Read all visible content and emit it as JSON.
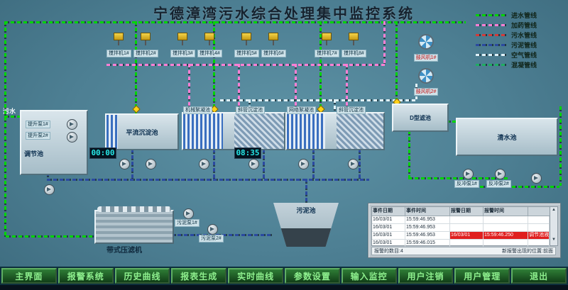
{
  "title": "宁德漳湾污水综合处理集中监控系统",
  "inlet_label": "污水",
  "colors": {
    "background": "#4d7f93",
    "inflow": "#00d400",
    "dosing": "#ff7fd4",
    "sewage": "#d43a3a",
    "sludge": "#2b4aa0",
    "air": "#dff1f8",
    "coagulation": "#1fae62",
    "alarm_highlight": "#e01f1f",
    "button_text": "#8ef08e"
  },
  "legend": [
    {
      "label": "进水管线",
      "color": "#00d400"
    },
    {
      "label": "加药管线",
      "color": "#ff7fd4"
    },
    {
      "label": "污水管线",
      "color": "#d43a3a"
    },
    {
      "label": "污泥管线",
      "color": "#2b4aa0"
    },
    {
      "label": "空气管线",
      "color": "#dff1f8"
    },
    {
      "label": "混凝管线",
      "color": "#1fae62"
    }
  ],
  "mixers": [
    "搅拌机1#",
    "搅拌机2#",
    "搅拌机3#",
    "搅拌机4#",
    "搅拌机5#",
    "搅拌机6#",
    "搅拌机7#",
    "搅拌机8#"
  ],
  "blowers": [
    "鼓风机1#",
    "鼓风机2#"
  ],
  "tanks": {
    "tiaojie": "调节池",
    "pingliu": "平流沉淀池",
    "jixie": "机械絮凝池",
    "xieguan1": "斜管沉淀池",
    "wangge": "网络絮凝池",
    "xieguan2": "斜管沉淀池",
    "dxing": "D型滤池",
    "qingshui": "清水池",
    "wuni": "污泥池",
    "daishi": "带式压滤机"
  },
  "pumps": {
    "lift1": "提升泵1#",
    "lift2": "提升泵2#",
    "sludge1": "污泥泵1#",
    "sludge2": "污泥泵2#",
    "backwash1": "反冲泵1#",
    "backwash2": "反冲泵2#"
  },
  "clocks": {
    "c1": "00:00",
    "c2": "08:35"
  },
  "alarm_panel": {
    "headers": [
      "事件日期",
      "事件时间",
      "报警日期",
      "报警时间"
    ],
    "rows": [
      {
        "date": "16/03/01",
        "time": "15:59:46.953",
        "alarm_date": "",
        "alarm_time": "",
        "note": "",
        "highlight": false
      },
      {
        "date": "16/03/01",
        "time": "15:59:46.953",
        "alarm_date": "",
        "alarm_time": "",
        "note": "",
        "highlight": false
      },
      {
        "date": "16/03/01",
        "time": "15:59:46.953",
        "alarm_date": "16/03/01",
        "alarm_time": "15:59:46.250",
        "note": "调节池液位",
        "highlight": true
      },
      {
        "date": "16/03/01",
        "time": "15:59:46.015",
        "alarm_date": "",
        "alarm_time": "",
        "note": "",
        "highlight": false
      }
    ],
    "scroll_up": "▲",
    "scroll_down": "▼",
    "footer1": "报警的数目:4",
    "footer2": "新报警出现的位置:前面"
  },
  "nav_buttons": [
    "主界面",
    "报警系统",
    "历史曲线",
    "报表生成",
    "实时曲线",
    "参数设置",
    "输入监控",
    "用户注销",
    "用户管理",
    "退出"
  ]
}
